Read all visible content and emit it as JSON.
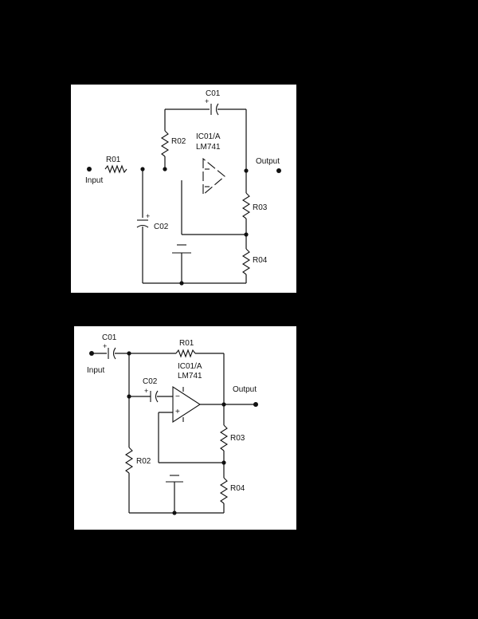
{
  "diagram1": {
    "c01": "C01",
    "r02": "R02",
    "ic": "IC01/A",
    "part": "LM741",
    "r01": "R01",
    "input": "Input",
    "output": "Output",
    "r03": "R03",
    "c02": "C02",
    "r04": "R04"
  },
  "diagram2": {
    "c01": "C01",
    "input": "Input",
    "r01": "R01",
    "ic": "IC01/A",
    "part": "LM741",
    "c02": "C02",
    "output": "Output",
    "r03": "R03",
    "r02": "R02",
    "r04": "R04"
  }
}
